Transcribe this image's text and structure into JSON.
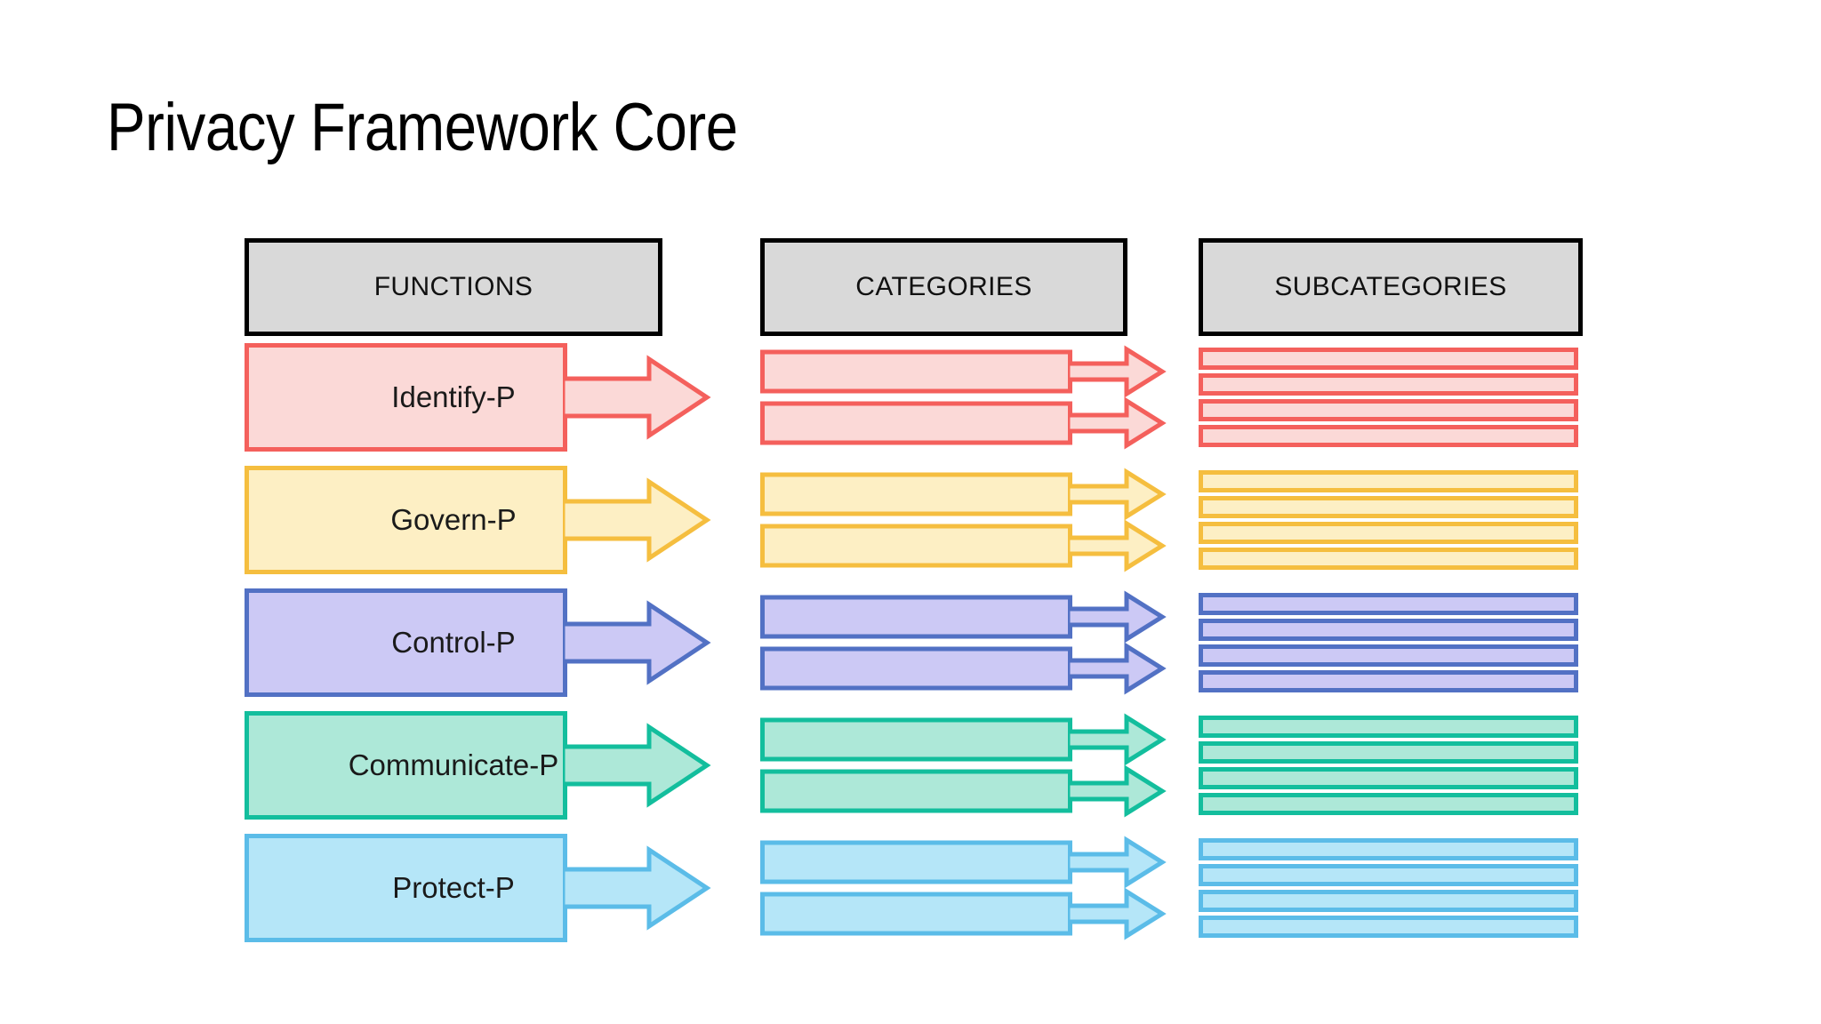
{
  "slide": {
    "title": "Privacy Framework Core",
    "background": "#ffffff"
  },
  "headers": [
    {
      "id": "functions",
      "label": "FUNCTIONS",
      "fill": "#d9d9d9",
      "stroke": "#000000"
    },
    {
      "id": "categories",
      "label": "CATEGORIES",
      "fill": "#d9d9d9",
      "stroke": "#000000"
    },
    {
      "id": "subcategories",
      "label": "SUBCATEGORIES",
      "fill": "#d9d9d9",
      "stroke": "#000000"
    }
  ],
  "rows": [
    {
      "id": "identify-p",
      "label": "Identify-P",
      "stroke": "#f4605c",
      "fill": "#fbd9d7",
      "categories_count": 2,
      "subcategories_count": 4
    },
    {
      "id": "govern-p",
      "label": "Govern-P",
      "stroke": "#f5be3f",
      "fill": "#fdefc4",
      "categories_count": 2,
      "subcategories_count": 4
    },
    {
      "id": "control-p",
      "label": "Control-P",
      "stroke": "#5271c4",
      "fill": "#ccc9f5",
      "categories_count": 2,
      "subcategories_count": 4
    },
    {
      "id": "communicate-p",
      "label": "Communicate-P",
      "stroke": "#13be9d",
      "fill": "#ade8d8",
      "categories_count": 2,
      "subcategories_count": 4
    },
    {
      "id": "protect-p",
      "label": "Protect-P",
      "stroke": "#5bbce8",
      "fill": "#b5e6f8",
      "categories_count": 2,
      "subcategories_count": 4
    }
  ],
  "layout": {
    "row_tops": [
      386,
      524,
      662,
      800,
      938
    ]
  }
}
